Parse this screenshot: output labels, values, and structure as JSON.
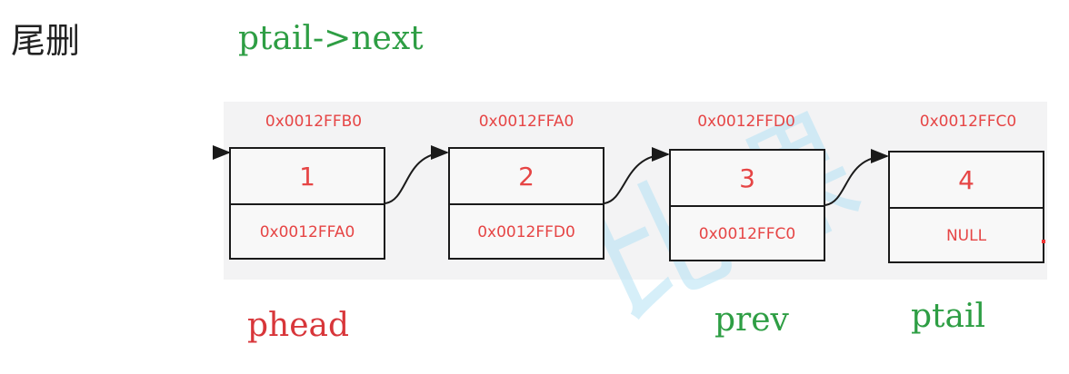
{
  "title": "尾删",
  "code_top": "ptail->next",
  "nodes": [
    {
      "address": "0x0012FFB0",
      "value": "1",
      "next": "0x0012FFA0"
    },
    {
      "address": "0x0012FFA0",
      "value": "2",
      "next": "0x0012FFD0"
    },
    {
      "address": "0x0012FFD0",
      "value": "3",
      "next": "0x0012FFC0"
    },
    {
      "address": "0x0012FFC0",
      "value": "4",
      "next": "NULL"
    }
  ],
  "labels": {
    "phead": "phead",
    "prev": "prev",
    "ptail": "ptail"
  },
  "colors": {
    "green": "#2e9e44",
    "red": "#d8363a",
    "node_text": "#e64545"
  }
}
